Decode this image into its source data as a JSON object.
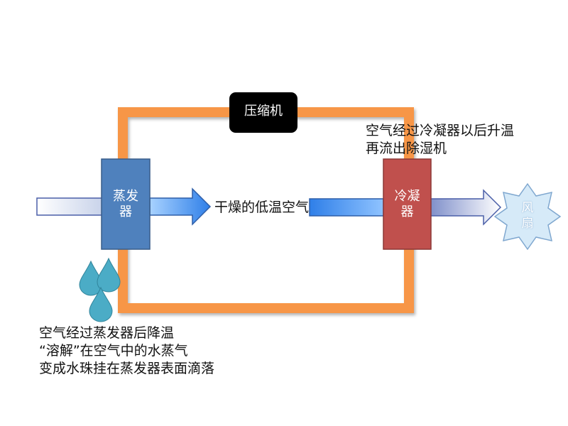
{
  "components": {
    "compressor": {
      "label": "压缩机"
    },
    "evaporator": {
      "label": "蒸发\n器"
    },
    "condenser": {
      "label": "冷凝\n器"
    },
    "fan": {
      "label": "风\n扇"
    }
  },
  "annotations": {
    "dry_air": "干燥的低温空气",
    "condenser_note_line1": "空气经过冷凝器以后升温",
    "condenser_note_line2": "再流出除湿机",
    "evaporator_note_line1": "空气经过蒸发器后降温",
    "evaporator_note_line2": "“溶解”在空气中的水蒸气",
    "evaporator_note_line3": "变成水珠挂在蒸发器表面滴落"
  },
  "colors": {
    "loop": "#f79646",
    "compressor": "#000000",
    "evaporator": "#4f81bd",
    "condenser": "#c0504d",
    "water_drop": "#4bacc6",
    "fan": "#d6eaf8"
  },
  "icons": {
    "water": "water-drop-icon",
    "fan": "star-burst-icon"
  }
}
